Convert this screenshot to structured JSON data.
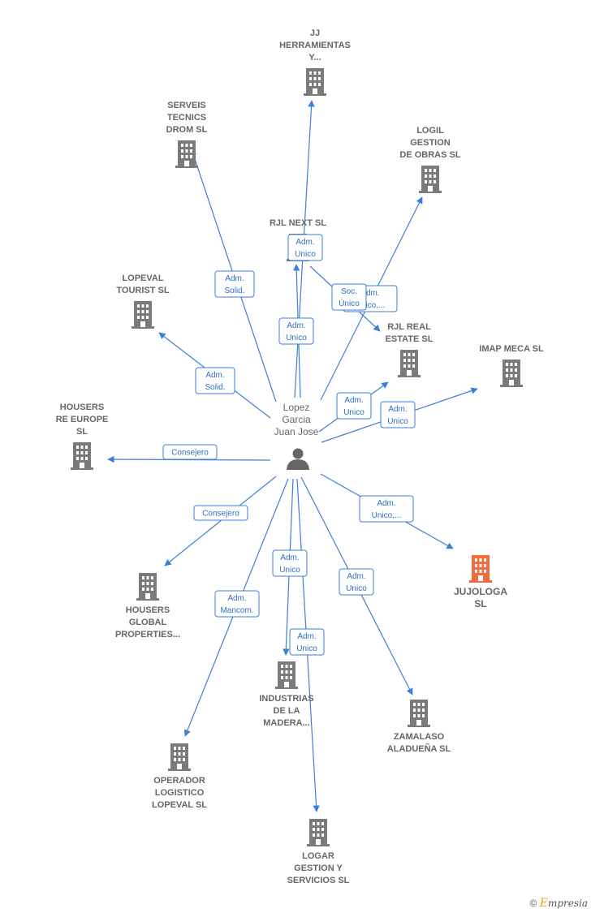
{
  "colors": {
    "edge": "#3d7fd6",
    "building": "#7a7a7a",
    "highlight": "#f26a3d",
    "person": "#666666",
    "label_border": "#3d7fd6",
    "label_text": "#2f6fbf"
  },
  "center": {
    "label_lines": [
      "Lopez",
      "Garcia",
      "Juan Jose"
    ],
    "icon": "person-icon"
  },
  "nodes": [
    {
      "id": "jj",
      "lines": [
        "JJ",
        "HERRAMIENTAS",
        "Y..."
      ],
      "icon": "building-icon"
    },
    {
      "id": "serveis",
      "lines": [
        "SERVEIS",
        "TECNICS",
        "DROM  SL"
      ],
      "icon": "building-icon"
    },
    {
      "id": "logil",
      "lines": [
        "LOGIL",
        "GESTION",
        "DE OBRAS SL"
      ],
      "icon": "building-icon"
    },
    {
      "id": "rjlnext",
      "lines": [
        "RJL NEXT  SL"
      ],
      "icon": "building-icon"
    },
    {
      "id": "lopeval",
      "lines": [
        "LOPEVAL",
        "TOURIST  SL"
      ],
      "icon": "building-icon"
    },
    {
      "id": "rjlreal",
      "lines": [
        "RJL REAL",
        "ESTATE  SL"
      ],
      "icon": "building-icon"
    },
    {
      "id": "imap",
      "lines": [
        "IMAP MECA SL"
      ],
      "icon": "building-icon"
    },
    {
      "id": "housersre",
      "lines": [
        "HOUSERS",
        "RE EUROPE",
        "SL"
      ],
      "icon": "building-icon"
    },
    {
      "id": "jujologa",
      "lines": [
        "JUJOLOGA",
        "SL"
      ],
      "icon": "building-icon",
      "highlight": true
    },
    {
      "id": "housersglobal",
      "lines": [
        "HOUSERS",
        "GLOBAL",
        "PROPERTIES..."
      ],
      "icon": "building-icon"
    },
    {
      "id": "industrias",
      "lines": [
        "INDUSTRIAS",
        "DE LA",
        "MADERA..."
      ],
      "icon": "building-icon"
    },
    {
      "id": "zamalaso",
      "lines": [
        "ZAMALASO",
        "ALADUEÑA SL"
      ],
      "icon": "building-icon"
    },
    {
      "id": "operador",
      "lines": [
        "OPERADOR",
        "LOGISTICO",
        "LOPEVAL SL"
      ],
      "icon": "building-icon"
    },
    {
      "id": "logar",
      "lines": [
        "LOGAR",
        "GESTION Y",
        "SERVICIOS SL"
      ],
      "icon": "building-icon"
    }
  ],
  "relations": [
    {
      "target": "jj",
      "role": [
        "Adm.",
        "Unico"
      ]
    },
    {
      "target": "serveis",
      "role": [
        "Adm.",
        "Solid."
      ]
    },
    {
      "target": "logil",
      "role": [
        "Adm.",
        "Unico,..."
      ]
    },
    {
      "target": "rjlnext",
      "role": [
        "Adm.",
        "Unico"
      ]
    },
    {
      "target": "rjlnext_sub",
      "role": [
        "Soc.",
        "Único"
      ]
    },
    {
      "target": "lopeval",
      "role": [
        "Adm.",
        "Solid."
      ]
    },
    {
      "target": "rjlreal",
      "role": [
        "Adm.",
        "Unico"
      ]
    },
    {
      "target": "imap",
      "role": [
        "Adm.",
        "Unico"
      ]
    },
    {
      "target": "housersre",
      "role": [
        "Consejero"
      ]
    },
    {
      "target": "jujologa",
      "role": [
        "Adm.",
        "Unico,..."
      ]
    },
    {
      "target": "housersglobal",
      "role": [
        "Consejero"
      ]
    },
    {
      "target": "industrias",
      "role": [
        "Adm.",
        "Unico"
      ]
    },
    {
      "target": "zamalaso",
      "role": [
        "Adm.",
        "Unico"
      ]
    },
    {
      "target": "operador",
      "role": [
        "Adm.",
        "Mancom."
      ]
    },
    {
      "target": "logar",
      "role": [
        "Adm.",
        "Unico"
      ]
    }
  ],
  "footer": {
    "copyright": "©",
    "brand_initial": "E",
    "brand_rest": "mpresia"
  }
}
